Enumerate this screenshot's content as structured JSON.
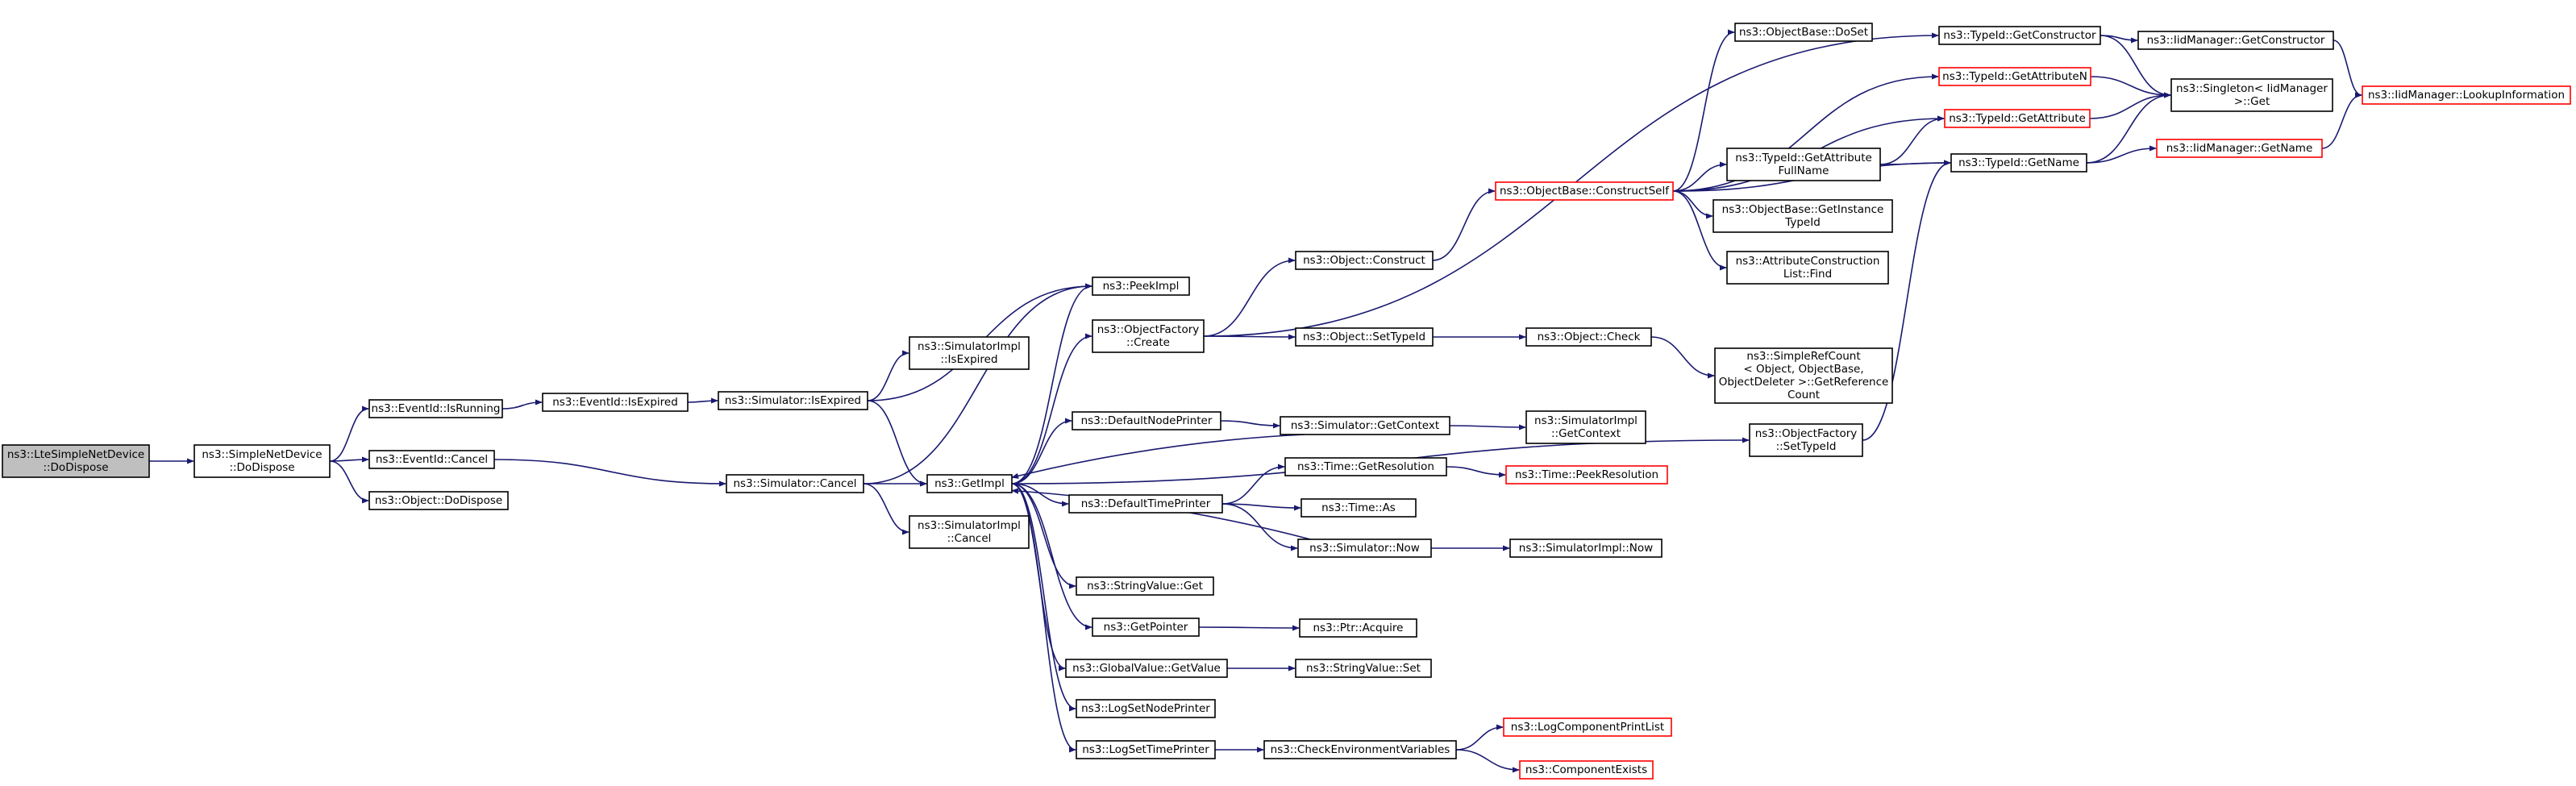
{
  "colors": {
    "edge": "#191970",
    "node_border": "#000000",
    "node_border_truncated": "#ff0000",
    "node_fill": "#ffffff",
    "root_fill": "#bfbfbf"
  },
  "nodes": [
    {
      "id": "root",
      "lines": [
        "ns3::LteSimpleNetDevice",
        "::DoDispose"
      ],
      "style": "root"
    },
    {
      "id": "sndDispose",
      "lines": [
        "ns3::SimpleNetDevice",
        "::DoDispose"
      ],
      "style": "normal"
    },
    {
      "id": "evRunning",
      "lines": [
        "ns3::EventId::IsRunning"
      ],
      "style": "normal"
    },
    {
      "id": "evCancel",
      "lines": [
        "ns3::EventId::Cancel"
      ],
      "style": "normal"
    },
    {
      "id": "objDispose",
      "lines": [
        "ns3::Object::DoDispose"
      ],
      "style": "normal"
    },
    {
      "id": "evExpired",
      "lines": [
        "ns3::EventId::IsExpired"
      ],
      "style": "normal"
    },
    {
      "id": "simExpired",
      "lines": [
        "ns3::Simulator::IsExpired"
      ],
      "style": "normal"
    },
    {
      "id": "simCancel",
      "lines": [
        "ns3::Simulator::Cancel"
      ],
      "style": "normal"
    },
    {
      "id": "simImplExpired",
      "lines": [
        "ns3::SimulatorImpl",
        "::IsExpired"
      ],
      "style": "normal"
    },
    {
      "id": "simImplCancel",
      "lines": [
        "ns3::SimulatorImpl",
        "::Cancel"
      ],
      "style": "normal"
    },
    {
      "id": "getImpl",
      "lines": [
        "ns3::GetImpl"
      ],
      "style": "normal"
    },
    {
      "id": "peekImpl",
      "lines": [
        "ns3::PeekImpl"
      ],
      "style": "normal"
    },
    {
      "id": "ofCreate",
      "lines": [
        "ns3::ObjectFactory",
        "::Create"
      ],
      "style": "normal"
    },
    {
      "id": "defNodePrinter",
      "lines": [
        "ns3::DefaultNodePrinter"
      ],
      "style": "normal"
    },
    {
      "id": "defTimePrinter",
      "lines": [
        "ns3::DefaultTimePrinter"
      ],
      "style": "normal"
    },
    {
      "id": "strValGet",
      "lines": [
        "ns3::StringValue::Get"
      ],
      "style": "normal"
    },
    {
      "id": "getPointer",
      "lines": [
        "ns3::GetPointer"
      ],
      "style": "normal"
    },
    {
      "id": "gvGetValue",
      "lines": [
        "ns3::GlobalValue::GetValue"
      ],
      "style": "normal"
    },
    {
      "id": "logSetNode",
      "lines": [
        "ns3::LogSetNodePrinter"
      ],
      "style": "normal"
    },
    {
      "id": "logSetTime",
      "lines": [
        "ns3::LogSetTimePrinter"
      ],
      "style": "normal"
    },
    {
      "id": "objConstruct",
      "lines": [
        "ns3::Object::Construct"
      ],
      "style": "normal"
    },
    {
      "id": "objSetTypeId",
      "lines": [
        "ns3::Object::SetTypeId"
      ],
      "style": "normal"
    },
    {
      "id": "simGetContext",
      "lines": [
        "ns3::Simulator::GetContext"
      ],
      "style": "normal"
    },
    {
      "id": "timeGetRes",
      "lines": [
        "ns3::Time::GetResolution"
      ],
      "style": "normal"
    },
    {
      "id": "timeAs",
      "lines": [
        "ns3::Time::As"
      ],
      "style": "normal"
    },
    {
      "id": "simNow",
      "lines": [
        "ns3::Simulator::Now"
      ],
      "style": "normal"
    },
    {
      "id": "ptrAcquire",
      "lines": [
        "ns3::Ptr::Acquire"
      ],
      "style": "normal"
    },
    {
      "id": "strValSet",
      "lines": [
        "ns3::StringValue::Set"
      ],
      "style": "normal"
    },
    {
      "id": "checkEnv",
      "lines": [
        "ns3::CheckEnvironmentVariables"
      ],
      "style": "normal"
    },
    {
      "id": "obConstructSelf",
      "lines": [
        "ns3::ObjectBase::ConstructSelf"
      ],
      "style": "truncated"
    },
    {
      "id": "objCheck",
      "lines": [
        "ns3::Object::Check"
      ],
      "style": "normal"
    },
    {
      "id": "simImplGetContext",
      "lines": [
        "ns3::SimulatorImpl",
        "::GetContext"
      ],
      "style": "normal"
    },
    {
      "id": "timePeekRes",
      "lines": [
        "ns3::Time::PeekResolution"
      ],
      "style": "truncated"
    },
    {
      "id": "simImplNow",
      "lines": [
        "ns3::SimulatorImpl::Now"
      ],
      "style": "normal"
    },
    {
      "id": "logCompPrint",
      "lines": [
        "ns3::LogComponentPrintList"
      ],
      "style": "truncated"
    },
    {
      "id": "compExists",
      "lines": [
        "ns3::ComponentExists"
      ],
      "style": "truncated"
    },
    {
      "id": "obDoSet",
      "lines": [
        "ns3::ObjectBase::DoSet"
      ],
      "style": "normal"
    },
    {
      "id": "tidGetAttrFull",
      "lines": [
        "ns3::TypeId::GetAttribute",
        "FullName"
      ],
      "style": "normal"
    },
    {
      "id": "obGetInstance",
      "lines": [
        "ns3::ObjectBase::GetInstance",
        "TypeId"
      ],
      "style": "normal"
    },
    {
      "id": "attrConstrFind",
      "lines": [
        "ns3::AttributeConstruction",
        "List::Find"
      ],
      "style": "normal"
    },
    {
      "id": "simpleRefCount",
      "lines": [
        "ns3::SimpleRefCount",
        "< Object, ObjectBase,",
        "ObjectDeleter >::GetReference",
        "Count"
      ],
      "style": "normal"
    },
    {
      "id": "ofSetTypeId",
      "lines": [
        "ns3::ObjectFactory",
        "::SetTypeId"
      ],
      "style": "normal"
    },
    {
      "id": "tidGetConstructor",
      "lines": [
        "ns3::TypeId::GetConstructor"
      ],
      "style": "normal"
    },
    {
      "id": "tidGetAttrN",
      "lines": [
        "ns3::TypeId::GetAttributeN"
      ],
      "style": "truncated"
    },
    {
      "id": "tidGetAttr",
      "lines": [
        "ns3::TypeId::GetAttribute"
      ],
      "style": "truncated"
    },
    {
      "id": "tidGetName",
      "lines": [
        "ns3::TypeId::GetName"
      ],
      "style": "normal"
    },
    {
      "id": "iidGetConstructor",
      "lines": [
        "ns3::IidManager::GetConstructor"
      ],
      "style": "normal"
    },
    {
      "id": "singletonGet",
      "lines": [
        "ns3::Singleton< IidManager",
        ">::Get"
      ],
      "style": "normal"
    },
    {
      "id": "iidGetName",
      "lines": [
        "ns3::IidManager::GetName"
      ],
      "style": "truncated"
    },
    {
      "id": "iidLookup",
      "lines": [
        "ns3::IidManager::LookupInformation"
      ],
      "style": "truncated"
    }
  ],
  "edges": [
    [
      "root",
      "sndDispose"
    ],
    [
      "sndDispose",
      "evRunning"
    ],
    [
      "sndDispose",
      "evCancel"
    ],
    [
      "sndDispose",
      "objDispose"
    ],
    [
      "evRunning",
      "evExpired"
    ],
    [
      "evExpired",
      "simExpired"
    ],
    [
      "evCancel",
      "simCancel"
    ],
    [
      "simExpired",
      "simImplExpired"
    ],
    [
      "simExpired",
      "getImpl"
    ],
    [
      "simExpired",
      "peekImpl"
    ],
    [
      "simCancel",
      "simImplCancel"
    ],
    [
      "simCancel",
      "getImpl"
    ],
    [
      "simCancel",
      "peekImpl"
    ],
    [
      "getImpl",
      "peekImpl"
    ],
    [
      "getImpl",
      "ofCreate"
    ],
    [
      "getImpl",
      "defNodePrinter"
    ],
    [
      "getImpl",
      "defTimePrinter"
    ],
    [
      "getImpl",
      "strValGet"
    ],
    [
      "getImpl",
      "getPointer"
    ],
    [
      "getImpl",
      "gvGetValue"
    ],
    [
      "getImpl",
      "logSetNode"
    ],
    [
      "getImpl",
      "logSetTime"
    ],
    [
      "getImpl",
      "ofSetTypeId"
    ],
    [
      "simGetContext",
      "getImpl"
    ],
    [
      "simNow",
      "getImpl"
    ],
    [
      "ofCreate",
      "objConstruct"
    ],
    [
      "ofCreate",
      "objSetTypeId"
    ],
    [
      "ofCreate",
      "tidGetConstructor"
    ],
    [
      "defNodePrinter",
      "simGetContext"
    ],
    [
      "defTimePrinter",
      "timeGetRes"
    ],
    [
      "defTimePrinter",
      "timeAs"
    ],
    [
      "defTimePrinter",
      "simNow"
    ],
    [
      "getPointer",
      "ptrAcquire"
    ],
    [
      "gvGetValue",
      "strValSet"
    ],
    [
      "logSetTime",
      "checkEnv"
    ],
    [
      "objConstruct",
      "obConstructSelf"
    ],
    [
      "objSetTypeId",
      "objCheck"
    ],
    [
      "simGetContext",
      "simImplGetContext"
    ],
    [
      "timeGetRes",
      "timePeekRes"
    ],
    [
      "simNow",
      "simImplNow"
    ],
    [
      "checkEnv",
      "logCompPrint"
    ],
    [
      "checkEnv",
      "compExists"
    ],
    [
      "objCheck",
      "simpleRefCount"
    ],
    [
      "obConstructSelf",
      "obDoSet"
    ],
    [
      "obConstructSelf",
      "tidGetAttrN"
    ],
    [
      "obConstructSelf",
      "tidGetAttr"
    ],
    [
      "obConstructSelf",
      "tidGetAttrFull"
    ],
    [
      "obConstructSelf",
      "obGetInstance"
    ],
    [
      "obConstructSelf",
      "attrConstrFind"
    ],
    [
      "obConstructSelf",
      "tidGetName"
    ],
    [
      "tidGetAttrFull",
      "tidGetAttr"
    ],
    [
      "tidGetAttrFull",
      "tidGetName"
    ],
    [
      "ofSetTypeId",
      "tidGetName"
    ],
    [
      "tidGetConstructor",
      "iidGetConstructor"
    ],
    [
      "tidGetConstructor",
      "singletonGet"
    ],
    [
      "tidGetAttrN",
      "singletonGet"
    ],
    [
      "tidGetAttr",
      "singletonGet"
    ],
    [
      "tidGetName",
      "singletonGet"
    ],
    [
      "tidGetName",
      "iidGetName"
    ],
    [
      "iidGetConstructor",
      "iidLookup"
    ],
    [
      "iidGetName",
      "iidLookup"
    ]
  ]
}
